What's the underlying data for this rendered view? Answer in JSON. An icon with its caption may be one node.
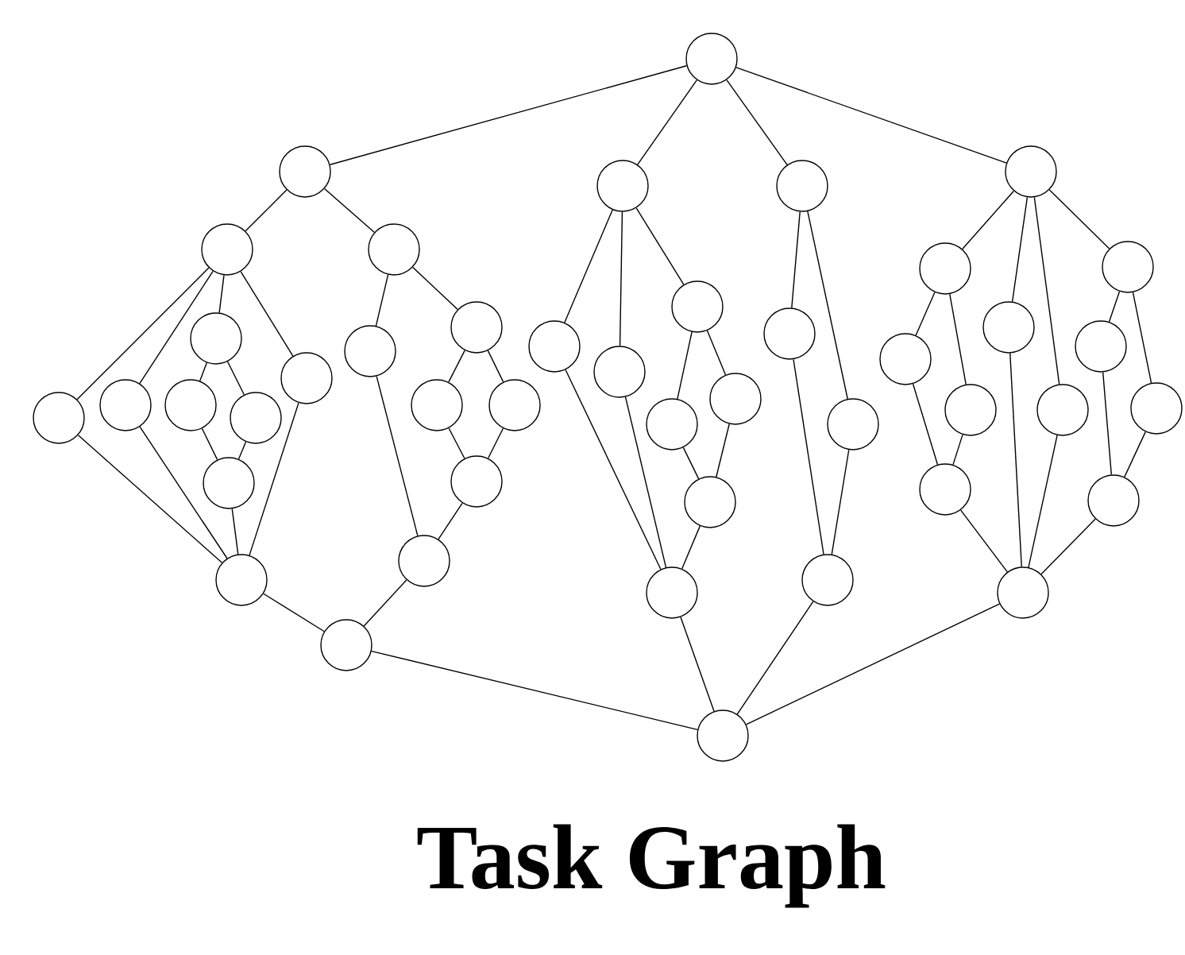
{
  "diagram": {
    "title": "Task Graph",
    "nodes": [
      {
        "text": [],
        "shape": "circle"
      },
      {
        "text": [],
        "shape": "circle"
      },
      {
        "text": [],
        "shape": "circle"
      },
      {
        "text": [],
        "shape": "circle"
      },
      {
        "text": [],
        "shape": "circle"
      },
      {
        "text": [],
        "shape": "circle"
      },
      {
        "text": [],
        "shape": "circle"
      },
      {
        "text": [],
        "shape": "circle"
      },
      {
        "text": [],
        "shape": "circle"
      },
      {
        "text": [],
        "shape": "circle"
      },
      {
        "text": [],
        "shape": "circle"
      },
      {
        "text": [],
        "shape": "circle"
      },
      {
        "text": [],
        "shape": "circle"
      },
      {
        "text": [],
        "shape": "circle"
      },
      {
        "text": [],
        "shape": "circle"
      },
      {
        "text": [],
        "shape": "circle"
      },
      {
        "text": [],
        "shape": "circle"
      },
      {
        "text": [],
        "shape": "circle"
      },
      {
        "text": [],
        "shape": "circle"
      },
      {
        "text": [],
        "shape": "circle"
      },
      {
        "text": [],
        "shape": "circle"
      },
      {
        "text": [],
        "shape": "circle"
      },
      {
        "text": [],
        "shape": "circle"
      },
      {
        "text": [],
        "shape": "circle"
      },
      {
        "text": [],
        "shape": "circle"
      },
      {
        "text": [],
        "shape": "circle"
      },
      {
        "text": [],
        "shape": "circle"
      },
      {
        "text": [],
        "shape": "circle"
      },
      {
        "text": [],
        "shape": "circle"
      },
      {
        "text": [],
        "shape": "circle"
      },
      {
        "text": [],
        "shape": "circle"
      },
      {
        "text": [],
        "shape": "circle"
      },
      {
        "text": [],
        "shape": "circle"
      },
      {
        "text": [],
        "shape": "circle"
      },
      {
        "text": [],
        "shape": "circle"
      },
      {
        "text": [],
        "shape": "circle"
      },
      {
        "text": [],
        "shape": "circle"
      },
      {
        "text": [],
        "shape": "circle"
      },
      {
        "text": [],
        "shape": "circle"
      },
      {
        "text": [],
        "shape": "circle"
      },
      {
        "text": [],
        "shape": "circle"
      },
      {
        "text": [],
        "shape": "circle"
      },
      {
        "text": [],
        "shape": "circle"
      },
      {
        "text": [],
        "shape": "circle"
      }
    ],
    "edges": [
      {
        "from": 0,
        "to": 1,
        "arrow": "none"
      },
      {
        "from": 0,
        "to": 2,
        "arrow": "none"
      },
      {
        "from": 0,
        "to": 3,
        "arrow": "none"
      },
      {
        "from": 0,
        "to": 4,
        "arrow": "none"
      },
      {
        "from": 1,
        "to": 5,
        "arrow": "none"
      },
      {
        "from": 1,
        "to": 6,
        "arrow": "none"
      },
      {
        "from": 5,
        "to": 7,
        "arrow": "none"
      },
      {
        "from": 5,
        "to": 8,
        "arrow": "none"
      },
      {
        "from": 5,
        "to": 9,
        "arrow": "none"
      },
      {
        "from": 5,
        "to": 10,
        "arrow": "none"
      },
      {
        "from": 9,
        "to": 11,
        "arrow": "none"
      },
      {
        "from": 9,
        "to": 12,
        "arrow": "none"
      },
      {
        "from": 11,
        "to": 13,
        "arrow": "none"
      },
      {
        "from": 12,
        "to": 13,
        "arrow": "none"
      },
      {
        "from": 7,
        "to": 14,
        "arrow": "none"
      },
      {
        "from": 8,
        "to": 14,
        "arrow": "none"
      },
      {
        "from": 13,
        "to": 14,
        "arrow": "none"
      },
      {
        "from": 10,
        "to": 14,
        "arrow": "none"
      },
      {
        "from": 6,
        "to": 15,
        "arrow": "none"
      },
      {
        "from": 6,
        "to": 16,
        "arrow": "none"
      },
      {
        "from": 16,
        "to": 17,
        "arrow": "none"
      },
      {
        "from": 16,
        "to": 18,
        "arrow": "none"
      },
      {
        "from": 17,
        "to": 19,
        "arrow": "none"
      },
      {
        "from": 18,
        "to": 19,
        "arrow": "none"
      },
      {
        "from": 19,
        "to": 20,
        "arrow": "none"
      },
      {
        "from": 15,
        "to": 20,
        "arrow": "none"
      },
      {
        "from": 14,
        "to": 21,
        "arrow": "none"
      },
      {
        "from": 20,
        "to": 21,
        "arrow": "none"
      },
      {
        "from": 21,
        "to": 43,
        "arrow": "none"
      },
      {
        "from": 2,
        "to": 22,
        "arrow": "none"
      },
      {
        "from": 2,
        "to": 23,
        "arrow": "none"
      },
      {
        "from": 2,
        "to": 24,
        "arrow": "none"
      },
      {
        "from": 24,
        "to": 25,
        "arrow": "none"
      },
      {
        "from": 24,
        "to": 26,
        "arrow": "none"
      },
      {
        "from": 25,
        "to": 27,
        "arrow": "none"
      },
      {
        "from": 26,
        "to": 27,
        "arrow": "none"
      },
      {
        "from": 22,
        "to": 28,
        "arrow": "none"
      },
      {
        "from": 23,
        "to": 28,
        "arrow": "none"
      },
      {
        "from": 27,
        "to": 28,
        "arrow": "none"
      },
      {
        "from": 3,
        "to": 29,
        "arrow": "none"
      },
      {
        "from": 3,
        "to": 30,
        "arrow": "none"
      },
      {
        "from": 29,
        "to": 31,
        "arrow": "none"
      },
      {
        "from": 30,
        "to": 31,
        "arrow": "none"
      },
      {
        "from": 28,
        "to": 43,
        "arrow": "none"
      },
      {
        "from": 31,
        "to": 43,
        "arrow": "none"
      },
      {
        "from": 4,
        "to": 32,
        "arrow": "none"
      },
      {
        "from": 4,
        "to": 33,
        "arrow": "none"
      },
      {
        "from": 4,
        "to": 34,
        "arrow": "none"
      },
      {
        "from": 4,
        "to": 35,
        "arrow": "none"
      },
      {
        "from": 32,
        "to": 36,
        "arrow": "none"
      },
      {
        "from": 32,
        "to": 37,
        "arrow": "none"
      },
      {
        "from": 36,
        "to": 38,
        "arrow": "none"
      },
      {
        "from": 37,
        "to": 38,
        "arrow": "none"
      },
      {
        "from": 34,
        "to": 39,
        "arrow": "none"
      },
      {
        "from": 34,
        "to": 40,
        "arrow": "none"
      },
      {
        "from": 39,
        "to": 41,
        "arrow": "none"
      },
      {
        "from": 40,
        "to": 41,
        "arrow": "none"
      },
      {
        "from": 38,
        "to": 42,
        "arrow": "none"
      },
      {
        "from": 33,
        "to": 42,
        "arrow": "none"
      },
      {
        "from": 35,
        "to": 42,
        "arrow": "none"
      },
      {
        "from": 41,
        "to": 42,
        "arrow": "none"
      },
      {
        "from": 42,
        "to": 43,
        "arrow": "none"
      }
    ]
  }
}
